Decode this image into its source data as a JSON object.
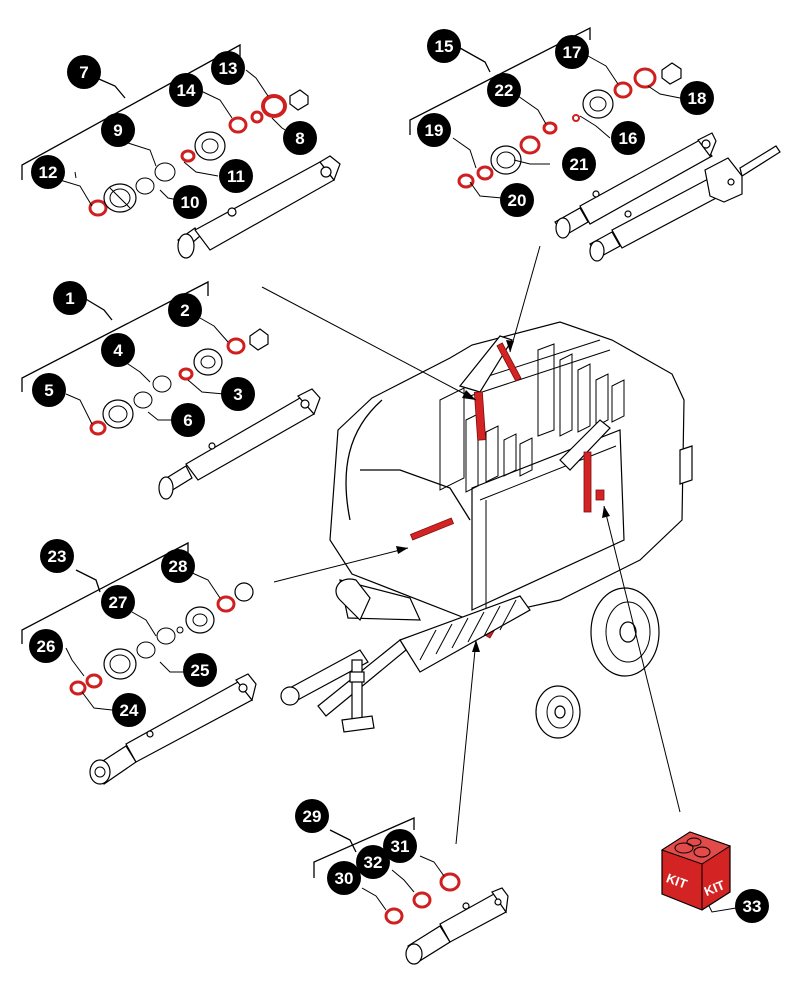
{
  "colors": {
    "accent": "#d42323",
    "line": "#000000",
    "callout_bg": "#000000",
    "callout_text": "#ffffff",
    "kit_box": "#d42323"
  },
  "callouts": [
    "1",
    "2",
    "3",
    "4",
    "5",
    "6",
    "7",
    "8",
    "9",
    "10",
    "11",
    "12",
    "13",
    "14",
    "15",
    "16",
    "17",
    "18",
    "19",
    "20",
    "21",
    "22",
    "23",
    "24",
    "25",
    "26",
    "27",
    "28",
    "29",
    "30",
    "31",
    "32",
    "33"
  ],
  "kit": {
    "label_front": "KIT",
    "label_side": "KIT"
  }
}
